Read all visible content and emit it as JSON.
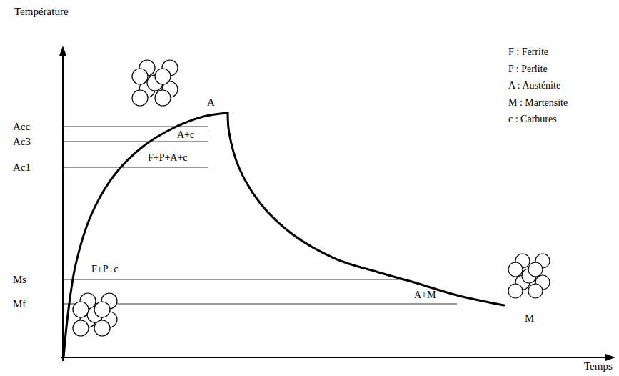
{
  "diagram": {
    "labels": [
      "Température",
      "Temps",
      "Acc",
      "Ac3",
      "Ac1",
      "Ms",
      "Mf",
      "A",
      "A+c",
      "F+P+A+c",
      "F+P+c",
      "A+M",
      "M"
    ],
    "legend": [
      {
        "text": "F : Ferrite"
      },
      {
        "text": "P : Perlite"
      },
      {
        "text": "A : Austénite"
      },
      {
        "text": "M : Martensite"
      },
      {
        "text": "c : Carbures"
      }
    ]
  }
}
